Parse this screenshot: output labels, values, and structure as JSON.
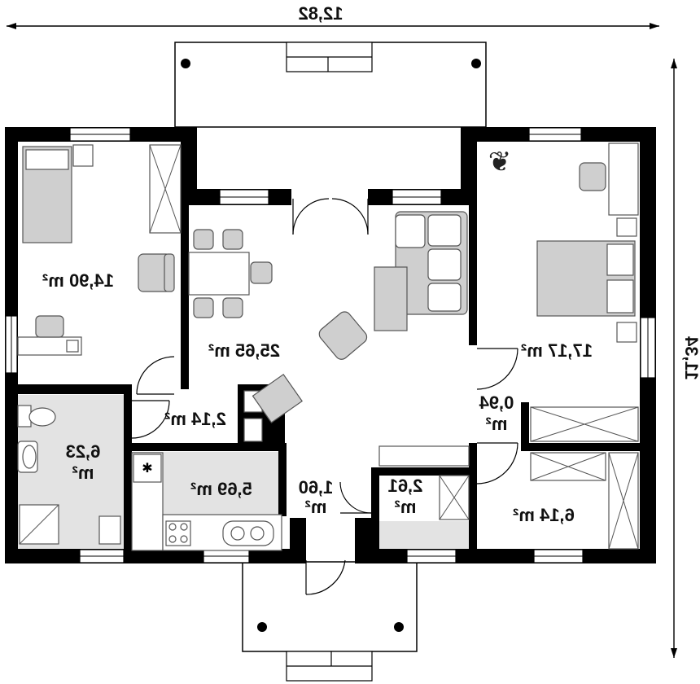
{
  "dimensions": {
    "width": "12,82",
    "depth": "11,34"
  },
  "rooms": {
    "bedroom_left": "14,90 m²",
    "living": "25,65 m²",
    "hall": "2,14 m²",
    "bathroom_value": "6,23",
    "bathroom_unit": "m²",
    "kitchen": "5,69 m²",
    "entry_value": "1,60",
    "entry_unit": "m²",
    "storage_value": "2,61",
    "storage_unit": "m²",
    "bedroom_right": "17,17 m²",
    "closet_value": "0,94",
    "closet_unit": "m²",
    "dressing": "6,14 m²"
  }
}
